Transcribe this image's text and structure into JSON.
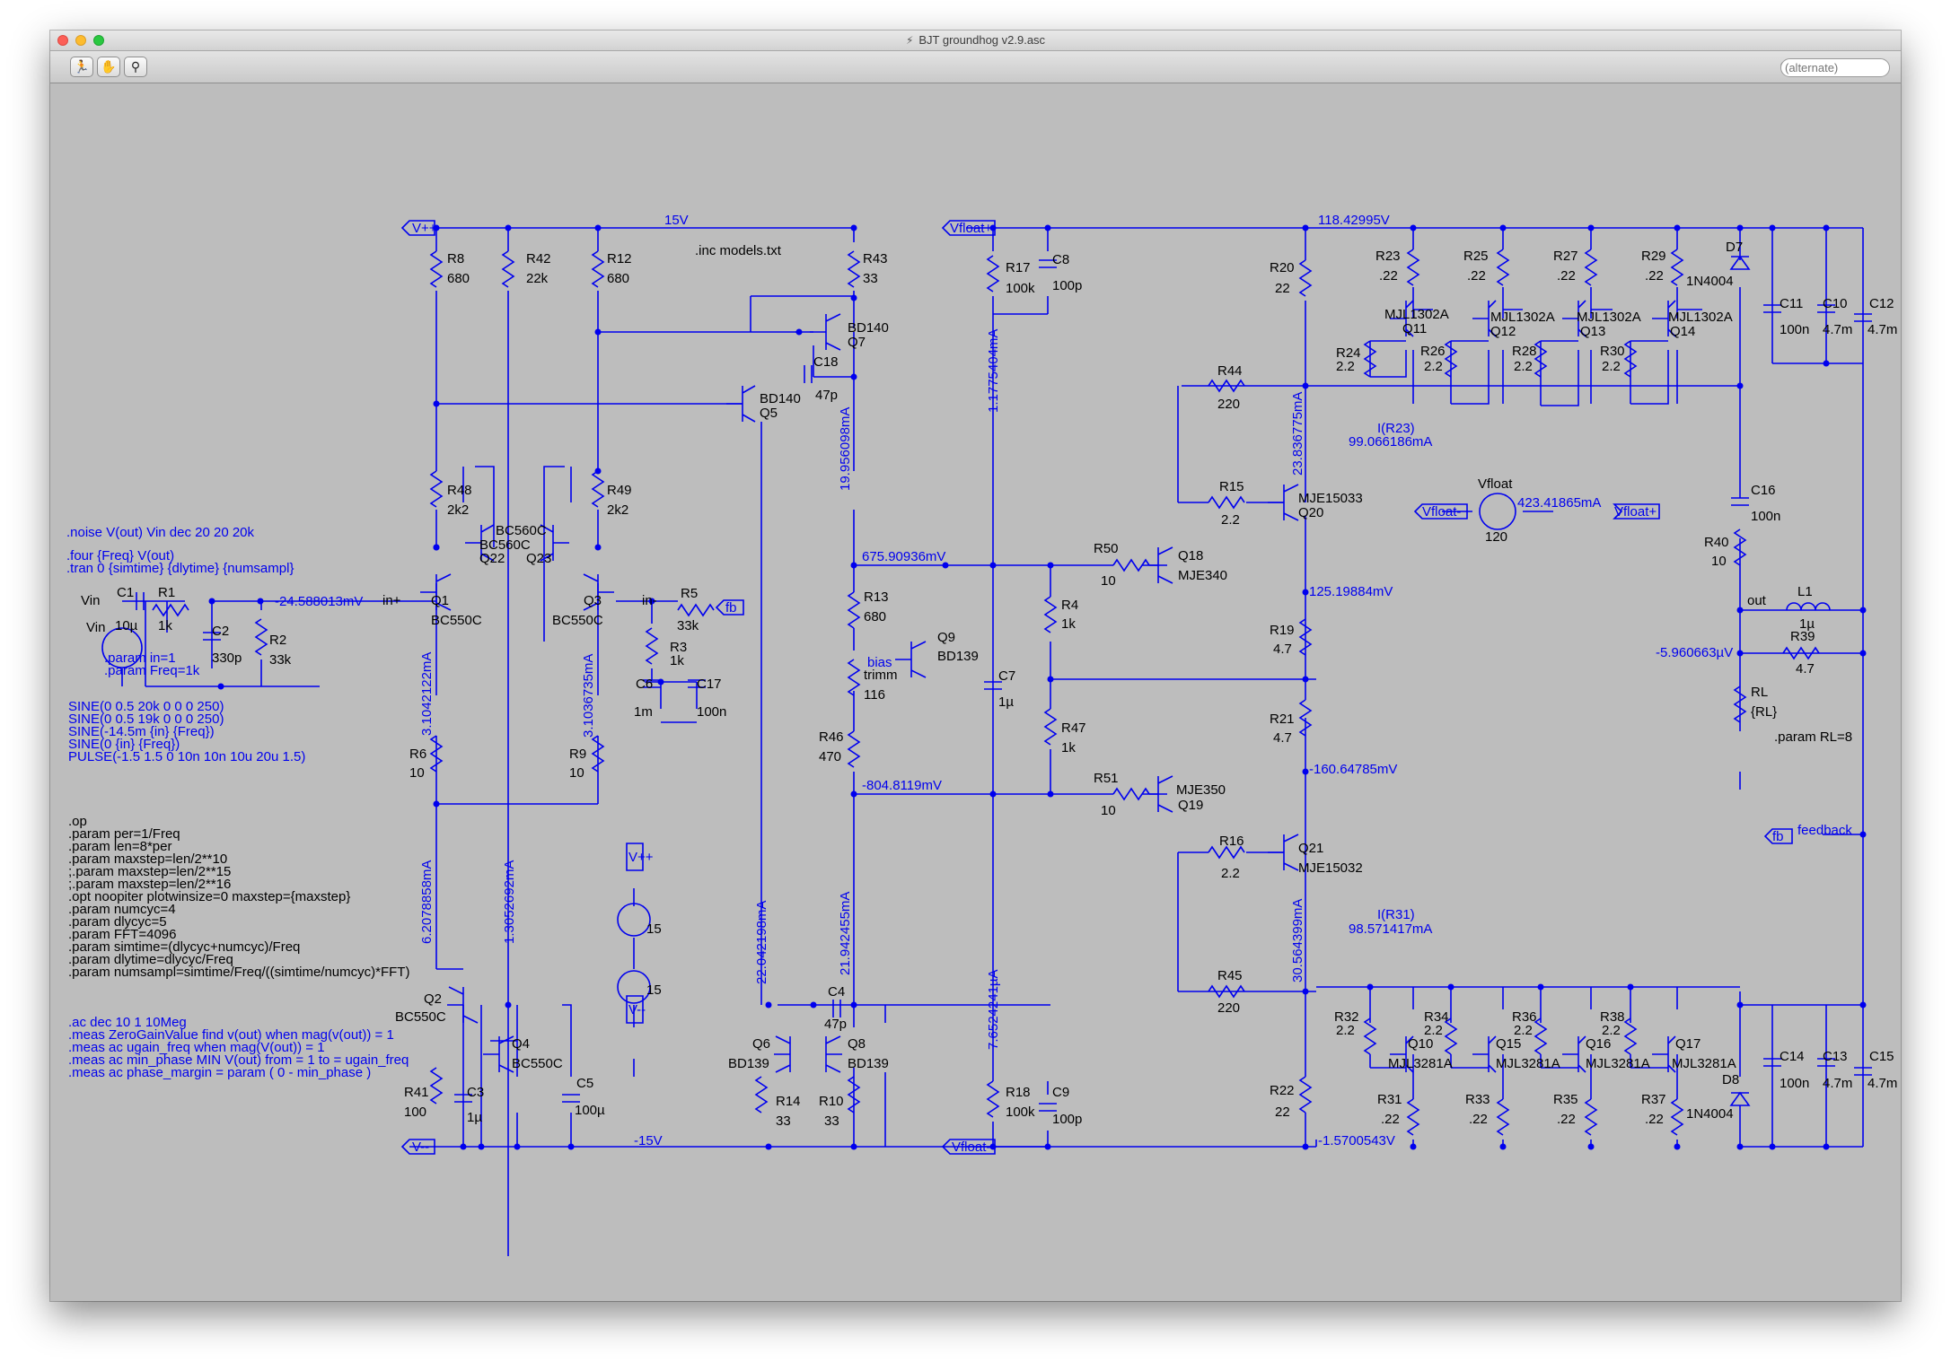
{
  "window": {
    "title": "BJT groundhog v2.9.asc"
  },
  "toolbar": {
    "search_placeholder": "(alternate)"
  },
  "colors": {
    "wire": "#0000ee",
    "background": "#bdbdbd",
    "text": "#000000"
  },
  "netlabels": {
    "vpp": "V++",
    "vmm": "V--",
    "vfp": "Vfloat+",
    "vfm": "Vfloat-",
    "fb": "fb",
    "fb2": "fb",
    "vfm2": "Vfloat-",
    "vfp2": "Vfloat+",
    "vpp2": "V++",
    "vmm2": "V--"
  },
  "spice": {
    "noise": ".noise V(out) Vin dec 20 20 20k",
    "four": ".four {Freq} V(out)",
    "tran": ".tran 0 {simtime} {dlytime} {numsampl}",
    "inc": ".inc models.txt",
    "param_rl": ".param RL=8",
    "sources": [
      "SINE(0 0.5 20k 0 0 0 250)",
      "SINE(0 0.5 19k 0 0 0 250)",
      "SINE(-14.5m {in} {Freq})",
      "SINE(0 {in} {Freq})",
      "PULSE(-1.5 1.5 0 10n 10n 10u 20u 1.5)"
    ],
    "params": [
      ".op",
      ".param per=1/Freq",
      ".param len=8*per",
      ".param maxstep=len/2**10",
      ";.param maxstep=len/2**15",
      ";.param maxstep=len/2**16",
      ".opt noopiter plotwinsize=0 maxstep={maxstep}",
      ".param numcyc=4",
      ".param dlycyc=5",
      ".param FFT=4096",
      ".param simtime=(dlycyc+numcyc)/Freq",
      ".param dlytime=dlycyc/Freq",
      ".param numsampl=simtime/Freq/((simtime/numcyc)*FFT)"
    ],
    "meas": [
      ".ac dec 10 1 10Meg",
      ".meas ZeroGainValue find v(out) when mag(v(out)) = 1",
      ".meas ac ugain_freq when mag(V(out)) = 1",
      ".meas ac min_phase MIN V(out) from = 1 to = ugain_freq",
      ".meas ac phase_margin = param ( 0 - min_phase )"
    ],
    "input_params": [
      ".param in=1",
      ".param Freq=1k"
    ]
  },
  "ops": {
    "v15": "15V",
    "vm15": "-15V",
    "in_plus": "-24.588013mV",
    "i_q1": "3.1042122mA",
    "i_q3": "3.1036735mA",
    "i_r6": "6.2078858mA",
    "i_r42": "1.3052692mA",
    "i_q7": "19.956098mA",
    "v_top": "675.90936mV",
    "v_bot": "-804.8119mV",
    "i_q6": "22.042198mA",
    "i_q8": "21.942455mA",
    "i_r17": "1.1775404mA",
    "i_r18": "7.6524241µA",
    "vf_top": "118.42995V",
    "vf_bot": "-1.5700543V",
    "i_q20": "23.836775mA",
    "i_q21": "30.564399mA",
    "v_r19": "125.19884mV",
    "v_r21": "-160.64785mV",
    "ir23_name": "I(R23)",
    "ir23_val": "99.066186mA",
    "ir31_name": "I(R31)",
    "ir31_val": "98.571417mA",
    "vfloat_i": "423.41865mA",
    "v_out": "-5.960663µV",
    "feedback": "feedback"
  },
  "labels": {
    "R8": "R8",
    "R8v": "680",
    "R42": "R42",
    "R42v": "22k",
    "R12": "R12",
    "R12v": "680",
    "R43": "R43",
    "R43v": "33",
    "Q7": "Q7",
    "Q7m": "BD140",
    "C18": "C18",
    "C18v": "47p",
    "Q5": "Q5",
    "Q5m": "BD140",
    "R48": "R48",
    "R48v": "2k2",
    "R49": "R49",
    "R49v": "2k2",
    "Q22": "Q22",
    "Q22m": "BC560C",
    "Q23": "Q23",
    "Q23m": "BC560C",
    "Vin": "Vin",
    "Vin2": "Vin",
    "C1": "C1",
    "C1v": "10µ",
    "R1": "R1",
    "R1v": "1k",
    "C2": "C2",
    "C2v": "330p",
    "R2": "R2",
    "R2v": "33k",
    "inplus": "in+",
    "inminus": "in-",
    "Q1": "Q1",
    "Q1m": "BC550C",
    "Q3": "Q3",
    "Q3m": "BC550C",
    "R5": "R5",
    "R5v": "33k",
    "R3": "R3",
    "R3v": "1k",
    "C6": "C6",
    "C6v": "1m",
    "C17": "C17",
    "C17v": "100n",
    "R6": "R6",
    "R6v": "10",
    "R9": "R9",
    "R9v": "10",
    "R13": "R13",
    "R13v": "680",
    "Q9": "Q9",
    "Q9m": "BD139",
    "bias": "bias",
    "trimm": "trimm",
    "biasv": "116",
    "R46": "R46",
    "R46v": "470",
    "Q2": "Q2",
    "Q2m": "BC550C",
    "Q4": "Q4",
    "Q4m": "BC550C",
    "R41": "R41",
    "R41v": "100",
    "C3": "C3",
    "C3v": "1µ",
    "C5": "C5",
    "C5v": "100µ",
    "C4": "C4",
    "C4v": "47p",
    "Q6": "Q6",
    "Q6m": "BD139",
    "Q8": "Q8",
    "Q8m": "BD139",
    "R14": "R14",
    "R14v": "33",
    "R10": "R10",
    "R10v": "33",
    "V15a": "15",
    "V15b": "15",
    "R17": "R17",
    "R17v": "100k",
    "C8": "C8",
    "C8v": "100p",
    "C7": "C7",
    "C7v": "1µ",
    "R18": "R18",
    "R18v": "100k",
    "C9": "C9",
    "C9v": "100p",
    "R4": "R4",
    "R4v": "1k",
    "R47": "R47",
    "R47v": "1k",
    "R50": "R50",
    "R50v": "10",
    "R51": "R51",
    "R51v": "10",
    "Q18": "Q18",
    "Q18m": "MJE340",
    "Q19": "Q19",
    "Q19m": "MJE350",
    "R20": "R20",
    "R20v": "22",
    "R44": "R44",
    "R44v": "220",
    "R15": "R15",
    "R15v": "2.2",
    "Q20": "Q20",
    "Q20m": "MJE15033",
    "R19": "R19",
    "R19v": "4.7",
    "R21": "R21",
    "R21v": "4.7",
    "R16": "R16",
    "R16v": "2.2",
    "Q21": "Q21",
    "Q21m": "MJE15032",
    "R45": "R45",
    "R45v": "220",
    "R22": "R22",
    "R22v": "22",
    "Vfloat": "Vfloat",
    "Vfloatv": "120",
    "R23": "R23",
    "R23v": ".22",
    "R25": "R25",
    "R25v": ".22",
    "R27": "R27",
    "R27v": ".22",
    "R29": "R29",
    "R29v": ".22",
    "Q11": "Q11",
    "Q12": "Q12",
    "Q13": "Q13",
    "Q14": "Q14",
    "MJL1302A": "MJL1302A",
    "R24": "R24",
    "R26": "R26",
    "R28": "R28",
    "R30": "R30",
    "v22": "2.2",
    "D7": "D7",
    "D7m": "1N4004",
    "C11": "C11",
    "C11v": "100n",
    "C10": "C10",
    "C10v": "4.7m",
    "C12": "C12",
    "C12v": "4.7m",
    "C16": "C16",
    "C16v": "100n",
    "R40": "R40",
    "R40v": "10",
    "out": "out",
    "L1": "L1",
    "L1v": "1µ",
    "R39": "R39",
    "R39v": "4.7",
    "RL": "RL",
    "RLv": "{RL}",
    "R32": "R32",
    "R34": "R34",
    "R36": "R36",
    "R38": "R38",
    "Q10": "Q10",
    "Q15": "Q15",
    "Q16": "Q16",
    "Q17": "Q17",
    "MJL3281A": "MJL3281A",
    "R31": "R31",
    "R31v": ".22",
    "R33": "R33",
    "R33v": ".22",
    "R35": "R35",
    "R35v": ".22",
    "R37": "R37",
    "R37v": ".22",
    "D8": "D8",
    "D8m": "1N4004",
    "C14": "C14",
    "C14v": "100n",
    "C13": "C13",
    "C13v": "4.7m",
    "C15": "C15",
    "C15v": "4.7m"
  }
}
